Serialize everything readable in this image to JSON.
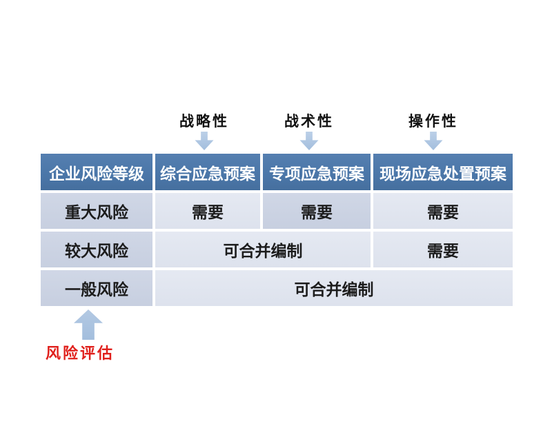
{
  "colors": {
    "header_blue": "#4a76a8",
    "cell_light": "#dfe4ee",
    "cell_dark": "#cbd3e3",
    "arrow_blue": "#a9c2df",
    "accent_red": "#e0201c",
    "header_text": "#ffffff",
    "cell_text": "#1c1c1c"
  },
  "icons": {
    "down_arrow": "down-arrow",
    "up_arrow": "up-arrow"
  },
  "top_labels": [
    {
      "text": "战略性"
    },
    {
      "text": "战术性"
    },
    {
      "text": "操作性"
    }
  ],
  "table": {
    "headers": [
      "企业风险等级",
      "综合应急预案",
      "专项应急预案",
      "现场应急处置预案"
    ],
    "rows": [
      {
        "level": "重大风险",
        "cells": [
          "需要",
          "需要",
          "需要"
        ]
      },
      {
        "level": "较大风险",
        "cells": [
          "可合并编制",
          "需要"
        ]
      },
      {
        "level": "一般风险",
        "cells": [
          "可合并编制"
        ]
      }
    ]
  },
  "bottom_label": "风险评估"
}
